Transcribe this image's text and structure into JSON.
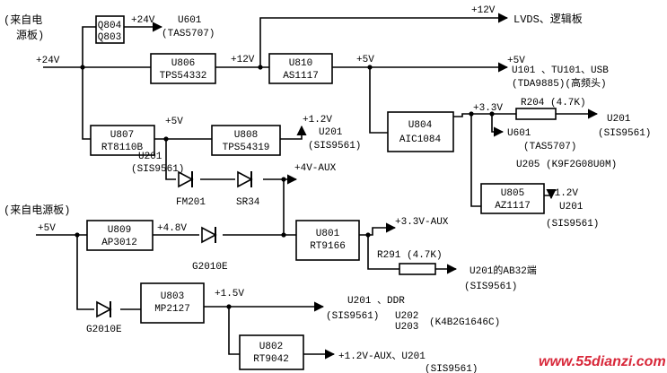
{
  "blocks": {
    "U804": {
      "ref": "U804",
      "part": "AIC1084"
    },
    "Q804": {
      "ref": "Q804",
      "part": "Q803"
    },
    "U806": {
      "ref": "U806",
      "part": "TPS54332"
    },
    "U810": {
      "ref": "U810",
      "part": "AS1117"
    },
    "U807": {
      "ref": "U807",
      "part": "RT8110B"
    },
    "U808": {
      "ref": "U808",
      "part": "TPS54319"
    },
    "U805": {
      "ref": "U805",
      "part": "AZ1117"
    },
    "U809": {
      "ref": "U809",
      "part": "AP3012"
    },
    "U801": {
      "ref": "U801",
      "part": "RT9166"
    },
    "U803": {
      "ref": "U803",
      "part": "MP2127"
    },
    "U802": {
      "ref": "U802",
      "part": "RT9042"
    }
  },
  "labels": {
    "from_power_board_1a": "(来自电",
    "from_power_board_1b": "源板)",
    "in_24v": "+24V",
    "q_out_24v": "+24V",
    "u601_top": "U601",
    "tas5707_top": "(TAS5707)",
    "out_12v_top": "+12V",
    "lvds_logic": "LVDS、逻辑板",
    "v12_mid": "+12V",
    "v5_mid": "+5V",
    "v5_out": "+5V",
    "usb_line": "U101 、TU101、USB",
    "tda_line": "(TDA9885)(高频头)",
    "v33": "+3.3V",
    "r204": "R204 (4.7K)",
    "u201_r204": "U201",
    "sis_r204": "(SIS9561)",
    "u601_mid": "U601",
    "tas5707_mid": "(TAS5707)",
    "u205": "U205 (K9F2G08U0M)",
    "v5_u807": "+5V",
    "v12_u808": "+1.2V",
    "u201_u808": "U201",
    "sis_u808": "(SIS9561)",
    "u201_left": "U201",
    "sis_left": "(SIS9561)",
    "aux4": "+4V-AUX",
    "fm201": "FM201",
    "sr34": "SR34",
    "v12_u805": "+1.2V",
    "u201_u805": "U201",
    "sis_u805": "(SIS9561)",
    "from_power_board_2": "(来自电源板)",
    "in_5v": "+5V",
    "v48": "+4.8V",
    "g2010e_mid": "G2010E",
    "aux33": "+3.3V-AUX",
    "r291": "R291 (4.7K)",
    "u201_ab32": "U201的AB32端",
    "sis_r291": "(SIS9561)",
    "g2010e_low": "G2010E",
    "v15": "+1.5V",
    "u201_ddr": "U201 、DDR",
    "sis_ddr": "(SIS9561)",
    "u202": "U202",
    "k4b": "(K4B2G1646C)",
    "u203": "U203",
    "aux12": "+1.2V-AUX、U201",
    "sis_aux12": "(SIS9561)",
    "watermark": "www.55dianzi.com"
  }
}
